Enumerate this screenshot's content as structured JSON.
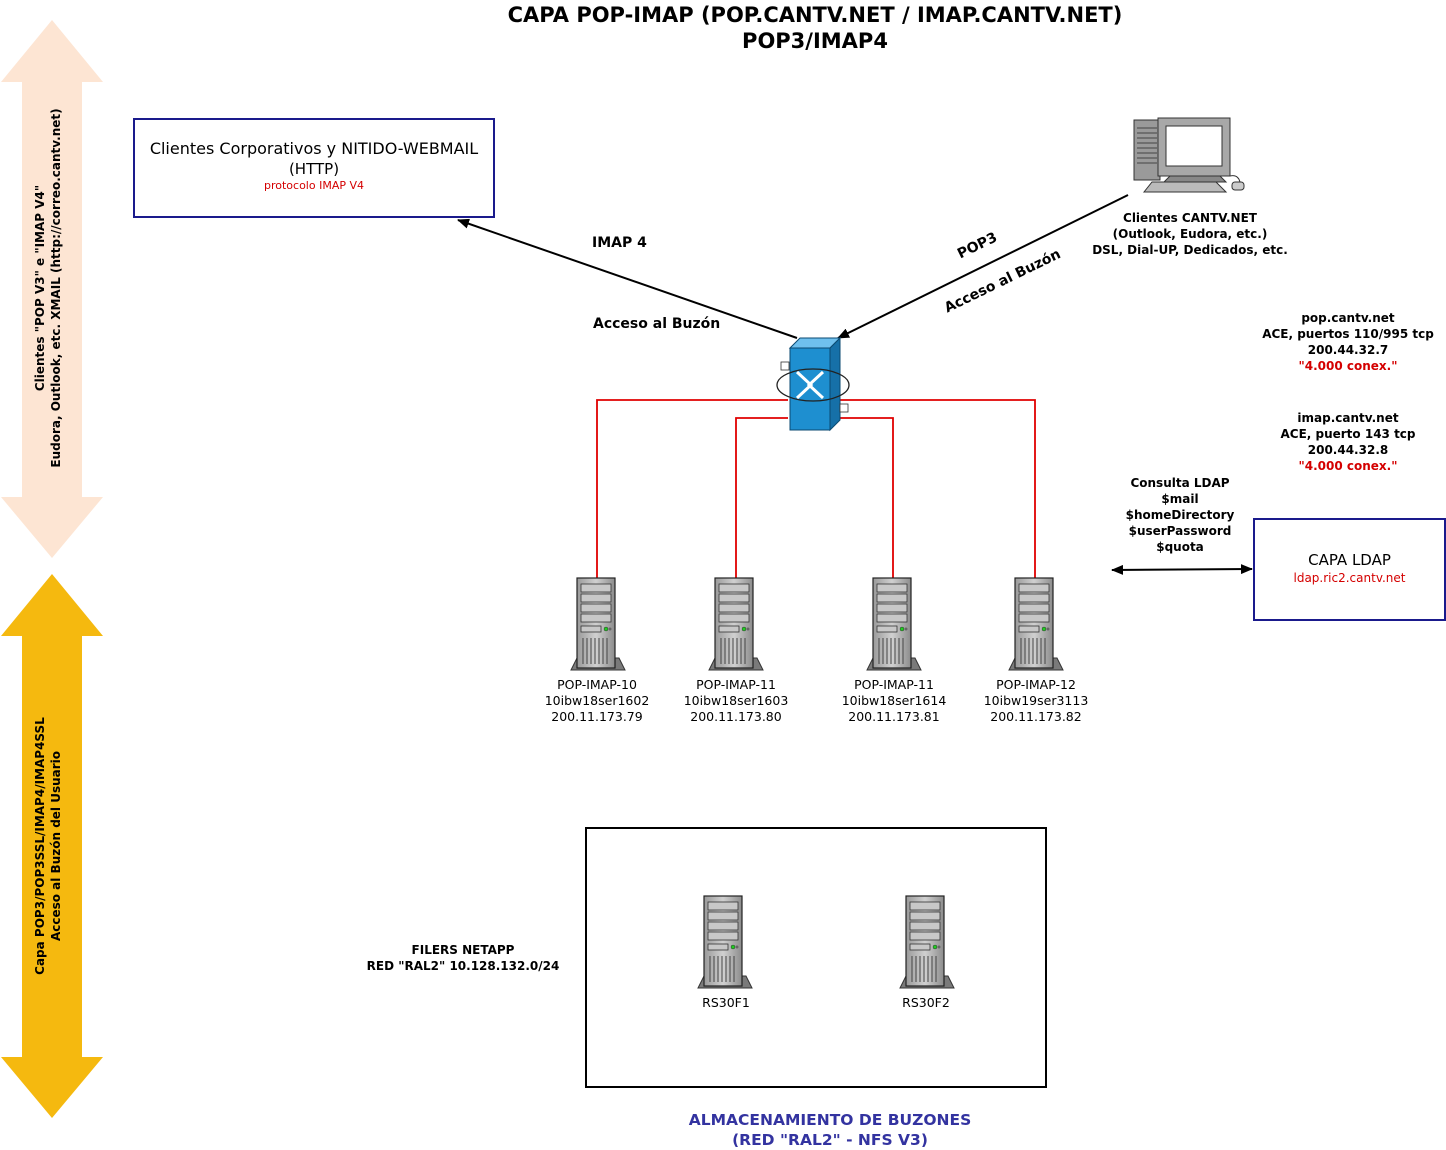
{
  "title": {
    "line1": "CAPA POP-IMAP (POP.CANTV.NET / IMAP.CANTV.NET)",
    "line2": "POP3/IMAP4"
  },
  "left_bands": {
    "top": {
      "line1": "Clientes \"POP V3\" e \"IMAP V4\"",
      "line2": "Eudora, Outlook, etc. XMAIL (http://correo.cantv.net)",
      "color": "#fde5d3"
    },
    "bottom": {
      "line1": "Capa POP3/POP3SSL/IMAP4/IMAP4SSL",
      "line2": "Acceso al Buzón del Usuario",
      "color": "#f5b90f"
    }
  },
  "corporate_box": {
    "line1": "Clientes Corporativos y NITIDO-WEBMAIL",
    "line2": "(HTTP)",
    "protocol": "protocolo IMAP V4"
  },
  "arrow_labels": {
    "imap": "IMAP 4",
    "imap_access": "Acceso al Buzón",
    "pop": "POP3",
    "pop_access": "Acceso al Buzón"
  },
  "cantv_clients": {
    "line1": "Clientes CANTV.NET",
    "line2": "(Outlook, Eudora, etc.)",
    "line3": "DSL, Dial-UP, Dedicados, etc."
  },
  "pop_info": {
    "host": "pop.cantv.net",
    "ace": "ACE, puertos 110/995 tcp",
    "ip": "200.44.32.7",
    "conex": "\"4.000 conex.\""
  },
  "imap_info": {
    "host": "imap.cantv.net",
    "ace": "ACE, puerto 143 tcp",
    "ip": "200.44.32.8",
    "conex": "\"4.000 conex.\""
  },
  "ldap_query": {
    "line1": "Consulta LDAP",
    "line2": "$mail",
    "line3": "$homeDirectory",
    "line4": "$userPassword",
    "line5": "$quota"
  },
  "ldap_box": {
    "title": "CAPA LDAP",
    "host": "ldap.ric2.cantv.net"
  },
  "servers": [
    {
      "name": "POP-IMAP-10",
      "host": "10ibw18ser1602",
      "ip": "200.11.173.79"
    },
    {
      "name": "POP-IMAP-11",
      "host": "10ibw18ser1603",
      "ip": "200.11.173.80"
    },
    {
      "name": "POP-IMAP-11",
      "host": "10ibw18ser1614",
      "ip": "200.11.173.81"
    },
    {
      "name": "POP-IMAP-12",
      "host": "10ibw19ser3113",
      "ip": "200.11.173.82"
    }
  ],
  "filers": {
    "line1": "FILERS NETAPP",
    "line2": "RED \"RAL2\" 10.128.132.0/24",
    "items": [
      "RS30F1",
      "RS30F2"
    ]
  },
  "storage_caption": {
    "line1": "ALMACENAMIENTO DE BUZONES",
    "line2": "(RED \"RAL2\" - NFS V3)"
  },
  "colors": {
    "box_border": "#1a1a8c",
    "link_red": "#e00000",
    "switch_blue": "#1e8fd0",
    "caption_blue": "#3333a0"
  }
}
